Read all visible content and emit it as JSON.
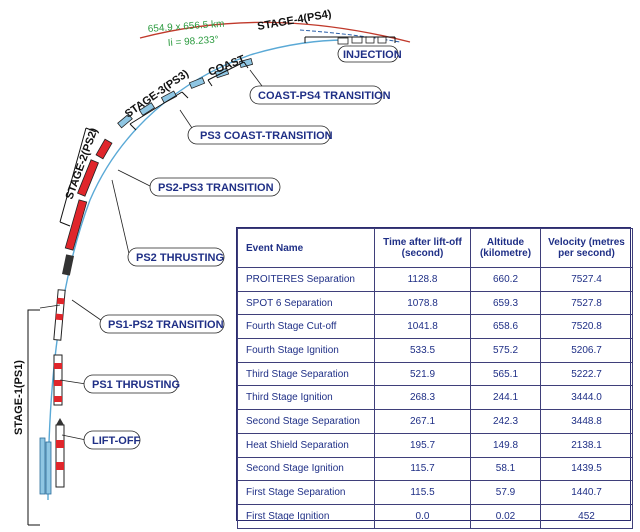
{
  "orbit": {
    "dimensions": "654.9 x 656.5 km",
    "inclination": "Ii = 98.233°"
  },
  "stages": {
    "stage1": "STAGE-1(PS1)",
    "stage2": "STAGE-2(PS2)",
    "stage3": "STAGE-3(PS3)",
    "coast": "COAST",
    "stage4": "STAGE-4(PS4)"
  },
  "events": {
    "injection": "INJECTION",
    "coast_ps4_transition": "COAST-PS4 TRANSITION",
    "ps3_coast_transition": "PS3 COAST-TRANSITION",
    "ps2_ps3_transition": "PS2-PS3 TRANSITION",
    "ps2_thrusting": "PS2 THRUSTING",
    "ps1_ps2_transition": "PS1-PS2 TRANSITION",
    "ps1_thrusting": "PS1 THRUSTING",
    "lift_off": "LIFT-OFF"
  },
  "colors": {
    "label_text": "#1f2f86",
    "orbit_line": "#c0392b",
    "trajectory": "#5aa9d6",
    "rocket_red": "#e0262b",
    "orbit_text": "#2a9a3e"
  },
  "table": {
    "headers": [
      "Event Name",
      "Time after lift-off (second)",
      "Altitude (kilometre)",
      "Velocity (metres per second)"
    ],
    "rows": [
      [
        "PROITERES Separation",
        "1128.8",
        "660.2",
        "7527.4"
      ],
      [
        "SPOT 6 Separation",
        "1078.8",
        "659.3",
        "7527.8"
      ],
      [
        "Fourth Stage Cut-off",
        "1041.8",
        "658.6",
        "7520.8"
      ],
      [
        "Fourth Stage Ignition",
        "533.5",
        "575.2",
        "5206.7"
      ],
      [
        "Third Stage Separation",
        "521.9",
        "565.1",
        "5222.7"
      ],
      [
        "Third Stage Ignition",
        "268.3",
        "244.1",
        "3444.0"
      ],
      [
        "Second Stage Separation",
        "267.1",
        "242.3",
        "3448.8"
      ],
      [
        "Heat Shield Separation",
        "195.7",
        "149.8",
        "2138.1"
      ],
      [
        "Second Stage Ignition",
        "115.7",
        "58.1",
        "1439.5"
      ],
      [
        "First Stage Separation",
        "115.5",
        "57.9",
        "1440.7"
      ],
      [
        "First Stage Ignition",
        "0.0",
        "0.02",
        "452"
      ]
    ]
  }
}
